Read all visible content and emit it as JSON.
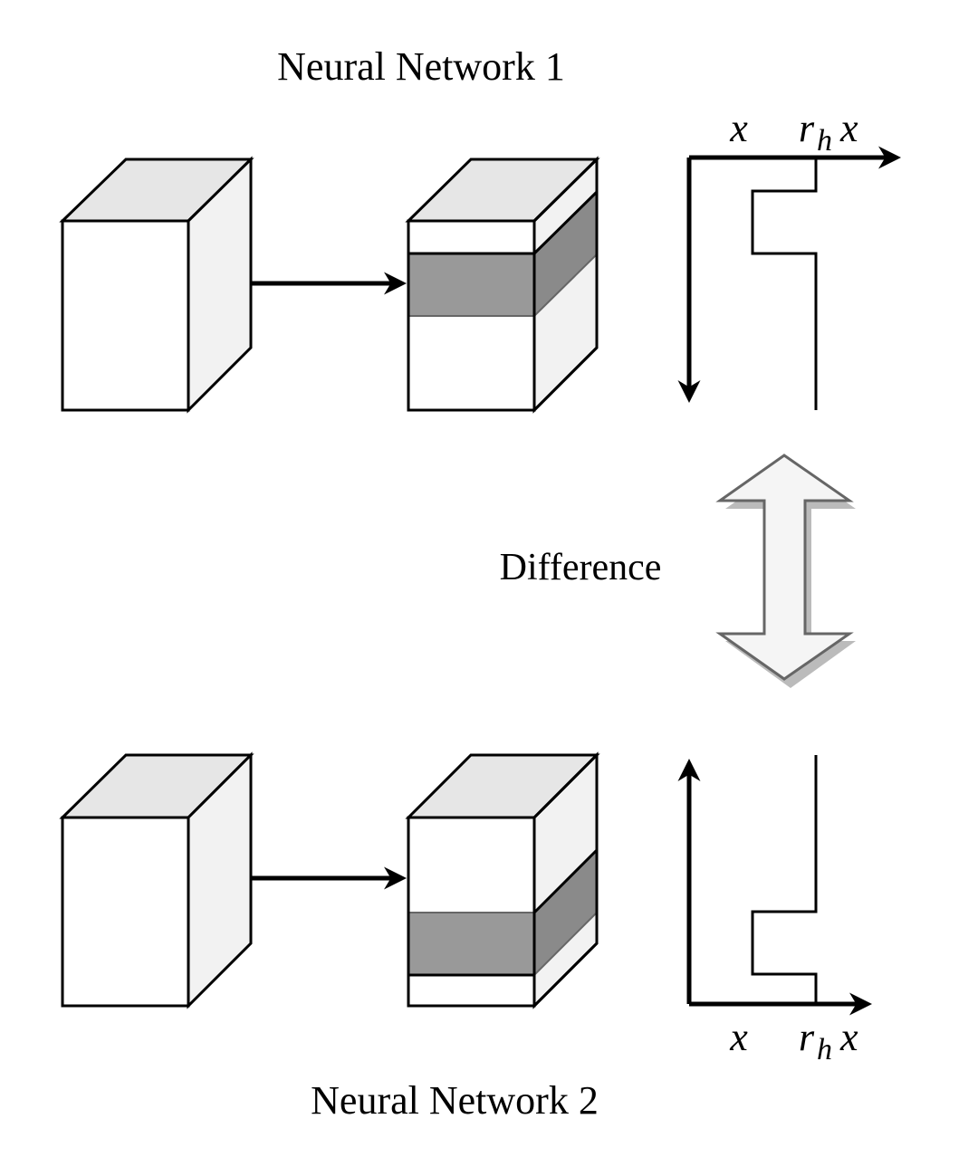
{
  "network1": {
    "title": "Neural Network 1",
    "axis_label_x": "x",
    "axis_label_r": "r",
    "axis_label_sub": "h",
    "axis_label_x2": "x"
  },
  "network2": {
    "title": "Neural Network 2",
    "axis_label_x": "x",
    "axis_label_r": "r",
    "axis_label_sub": "h",
    "axis_label_x2": "x"
  },
  "difference_label": "Difference",
  "colors": {
    "cube_front": "#ffffff",
    "cube_top": "#e6e6e6",
    "cube_side": "#f2f2f2",
    "highlight_band": "#999999",
    "highlight_band_side": "#8a8a8a",
    "double_arrow_fill": "#f5f5f5",
    "double_arrow_stroke": "#666666",
    "double_arrow_shadow": "#bbbbbb"
  }
}
